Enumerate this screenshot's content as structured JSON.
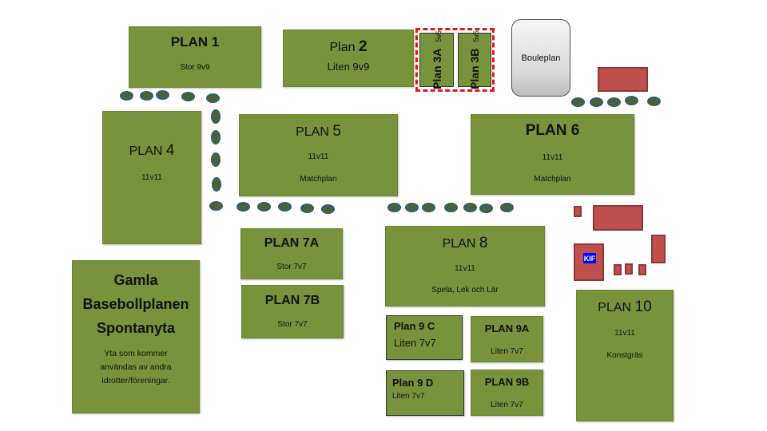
{
  "map": {
    "fields": {
      "plan1": {
        "title": "PLAN 1",
        "sub": "Stor 9v9"
      },
      "plan2": {
        "title_prefix": "Plan ",
        "title_num": "2",
        "sub": "Liten 9v9"
      },
      "plan3a": {
        "title": "Plan 3A",
        "sub": "5v5"
      },
      "plan3b": {
        "title": "Plan 3B",
        "sub": "5v5"
      },
      "plan4": {
        "title_prefix": "PLAN ",
        "title_num": "4",
        "sub": "11v11"
      },
      "plan5": {
        "title_prefix": "PLAN ",
        "title_num": "5",
        "sub": "11v11",
        "sub2": "Matchplan"
      },
      "plan6": {
        "title": "PLAN 6",
        "sub": "11v11",
        "sub2": "Matchplan"
      },
      "plan7a": {
        "title": "PLAN 7A",
        "sub": "Stor 7v7"
      },
      "plan7b": {
        "title": "PLAN 7B",
        "sub": "Stor 7v7"
      },
      "plan8": {
        "title_prefix": "PLAN ",
        "title_num": "8",
        "sub": "11v11",
        "sub2": "Spela, Lek och Lär"
      },
      "plan9a": {
        "title": "PLAN 9A",
        "sub": "Liten 7v7"
      },
      "plan9b": {
        "title": "PLAN 9B",
        "sub": "Liten 7v7"
      },
      "plan9c": {
        "title": "Plan 9 C",
        "sub": "Liten 7v7"
      },
      "plan9d": {
        "title": "Plan 9 D",
        "sub": "Liten 7v7"
      },
      "plan10": {
        "title_prefix": "PLAN ",
        "title_num": "10",
        "sub": "11v11",
        "sub2": "Konstgräs"
      },
      "baseball": {
        "line1": "Gamla",
        "line2": "Basebollplanen",
        "line3": "Spontanyta",
        "desc1": "Yta som kommer",
        "desc2": "användas av andra",
        "desc3": "idrotter/föreningar."
      }
    },
    "boule": {
      "label": "Bouleplan"
    },
    "clubhouse": {
      "label": "KIF"
    },
    "colors": {
      "field": "#77933c",
      "building": "#c0504d",
      "highlight": "#e8161b",
      "club_badge": "#0000ff"
    }
  }
}
